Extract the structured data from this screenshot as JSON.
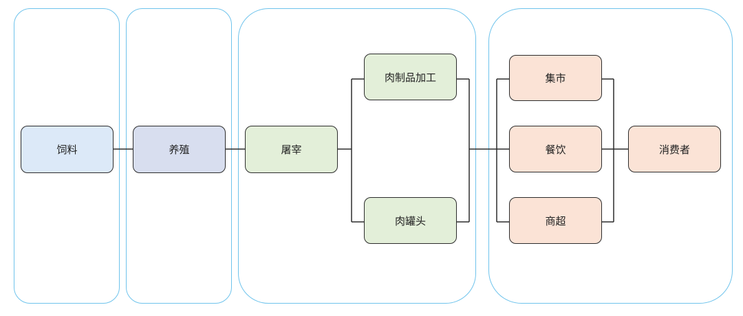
{
  "colors": {
    "lane_border": "#6ec3ec",
    "feed_fill": "#dce9f8",
    "farming_fill": "#d8deef",
    "processing_fill": "#e3efd9",
    "retail_fill": "#fbe3d6",
    "line": "#2b2b2b"
  },
  "nodes": {
    "feed": "饲料",
    "farming": "养殖",
    "slaughter": "屠宰",
    "meat_processing": "肉制品加工",
    "canned_meat": "肉罐头",
    "market": "集市",
    "catering": "餐饮",
    "supermarket": "商超",
    "consumer": "消费者"
  }
}
